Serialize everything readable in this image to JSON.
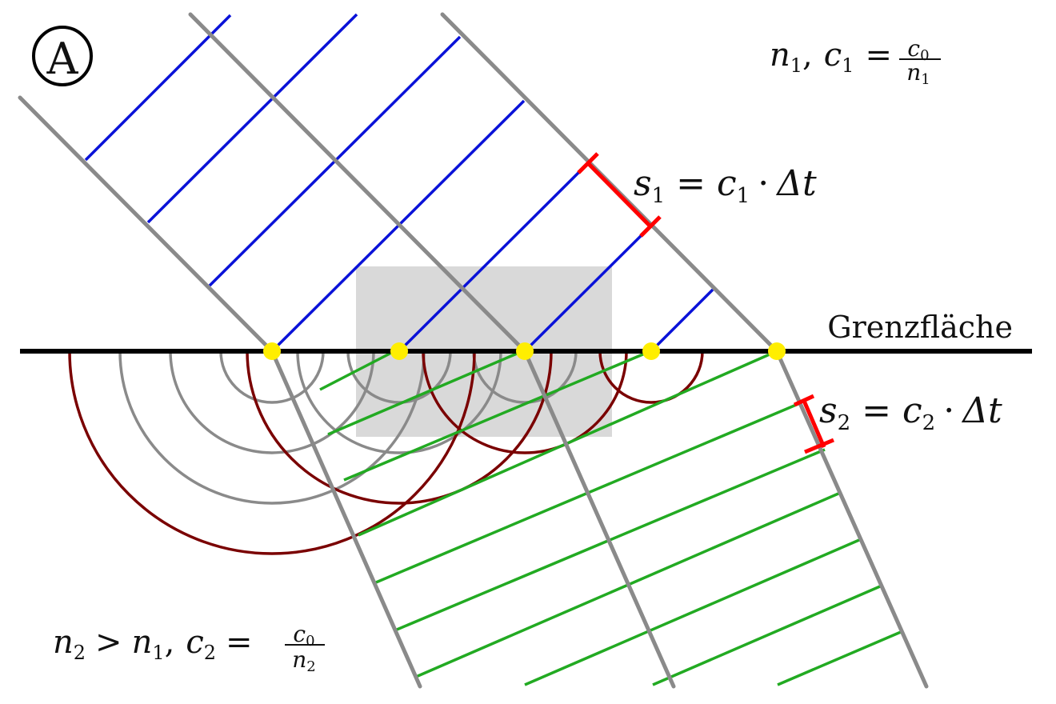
{
  "panel_badge": "A",
  "interface_label": "Grenzfläche",
  "medium1": {
    "n": "n",
    "n_sub": "1",
    "c": "c",
    "c_sub": "1",
    "eq": "=",
    "num": "c",
    "num_sub": "0",
    "den": "n",
    "den_sub": "1",
    "sep": ","
  },
  "medium2": {
    "n2": "n",
    "n2_sub": "2",
    "gt": ">",
    "n1": "n",
    "n1_sub": "1",
    "sep": ",",
    "c": "c",
    "c_sub": "2",
    "eq": "=",
    "num": "c",
    "num_sub": "0",
    "den": "n",
    "den_sub": "2"
  },
  "s1": {
    "s": "s",
    "s_sub": "1",
    "eq": "=",
    "c": "c",
    "c_sub": "1",
    "dot": "·",
    "dt": "Δt"
  },
  "s2": {
    "s": "s",
    "s_sub": "2",
    "eq": "=",
    "c": "c",
    "c_sub": "2",
    "dot": "·",
    "dt": "Δt"
  },
  "colors": {
    "ray": "#8a8a8a",
    "incident_front": "#0a12d8",
    "refracted_front": "#22aa22",
    "wavelet_gray": "#8a8a8a",
    "wavelet_dark": "#7a0000",
    "interface": "#000000",
    "marker": "#ff0000",
    "point": "#ffee00",
    "highlight": "#d9d9d9"
  }
}
